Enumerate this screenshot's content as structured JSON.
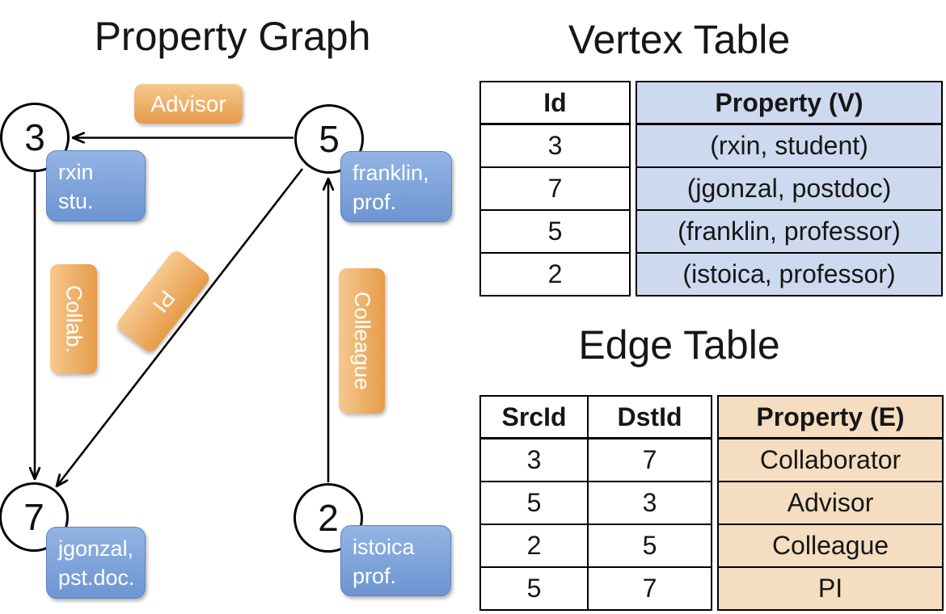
{
  "titles": {
    "graph": "Property Graph",
    "vertex_table": "Vertex Table",
    "edge_table": "Edge Table"
  },
  "graph": {
    "nodes": [
      {
        "id": "3",
        "property_label": {
          "line1": "rxin",
          "line2": "stu."
        }
      },
      {
        "id": "5",
        "property_label": {
          "line1": "franklin,",
          "line2": "prof."
        }
      },
      {
        "id": "7",
        "property_label": {
          "line1": "jgonzal,",
          "line2": "pst.doc."
        }
      },
      {
        "id": "2",
        "property_label": {
          "line1": "istoica",
          "line2": "prof."
        }
      }
    ],
    "edges": [
      {
        "src": "5",
        "dst": "3",
        "label": "Advisor"
      },
      {
        "src": "3",
        "dst": "7",
        "label": "Collab."
      },
      {
        "src": "5",
        "dst": "7",
        "label": "PI"
      },
      {
        "src": "2",
        "dst": "5",
        "label": "Colleague"
      }
    ]
  },
  "vertex_table": {
    "headers": {
      "id": "Id",
      "property": "Property (V)"
    },
    "rows": [
      {
        "id": "3",
        "property": "(rxin, student)"
      },
      {
        "id": "7",
        "property": "(jgonzal, postdoc)"
      },
      {
        "id": "5",
        "property": "(franklin, professor)"
      },
      {
        "id": "2",
        "property": "(istoica, professor)"
      }
    ]
  },
  "edge_table": {
    "headers": {
      "src": "SrcId",
      "dst": "DstId",
      "property": "Property (E)"
    },
    "rows": [
      {
        "src": "3",
        "dst": "7",
        "property": "Collaborator"
      },
      {
        "src": "5",
        "dst": "3",
        "property": "Advisor"
      },
      {
        "src": "2",
        "dst": "5",
        "property": "Colleague"
      },
      {
        "src": "5",
        "dst": "7",
        "property": "PI"
      }
    ]
  },
  "colors": {
    "edge_label_gradient_light": "#f6c98f",
    "edge_label_gradient_dark": "#e69b49",
    "vertex_label_gradient_light": "#93b4e3",
    "vertex_label_gradient_dark": "#6d95d2",
    "vertex_label_border": "#5c83c5",
    "vertex_table_fill": "#cdd9ee",
    "edge_table_fill": "#f4ddc1",
    "line_color": "#000000",
    "text_on_fill": "#ffffff"
  }
}
